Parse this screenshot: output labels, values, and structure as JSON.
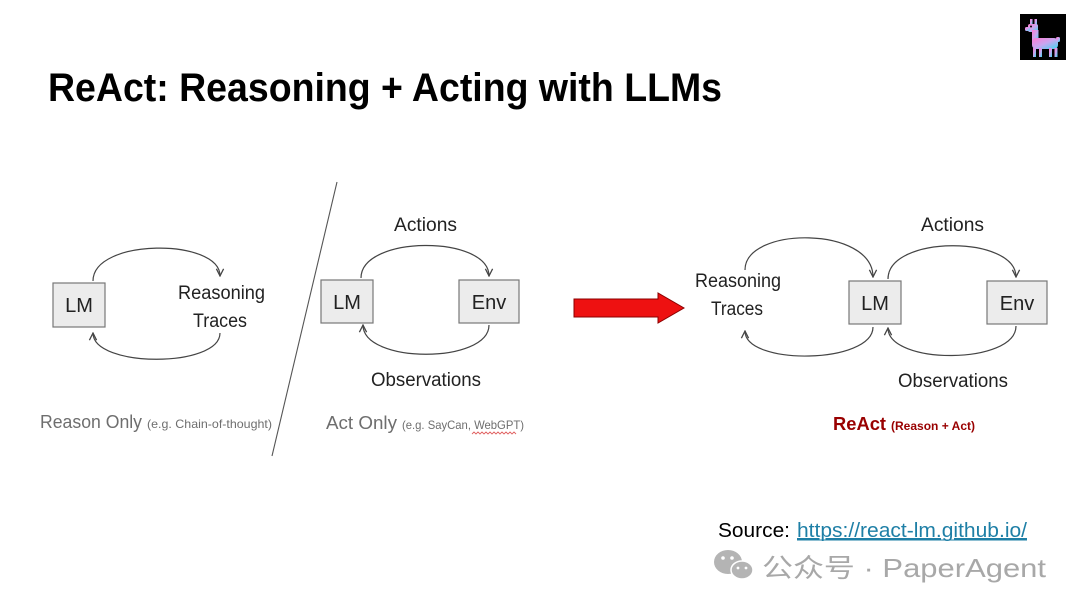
{
  "slide": {
    "title": "ReAct: Reasoning + Acting with LLMs"
  },
  "logo": {
    "icon": "llama-icon"
  },
  "diagrams": {
    "reason_only": {
      "lm": "LM",
      "reasoning": "Reasoning",
      "traces": "Traces",
      "caption": "Reason Only",
      "caption_note": "(e.g. Chain-of-thought)"
    },
    "act_only": {
      "lm": "LM",
      "env": "Env",
      "actions": "Actions",
      "observations": "Observations",
      "caption": "Act Only",
      "caption_note": "(e.g. SayCan, WebGPT)"
    },
    "react": {
      "lm": "LM",
      "env": "Env",
      "actions": "Actions",
      "observations": "Observations",
      "reasoning": "Reasoning",
      "traces": "Traces",
      "caption": "ReAct",
      "caption_note": "(Reason + Act)"
    }
  },
  "source": {
    "label": "Source:",
    "link": "https://react-lm.github.io/"
  },
  "watermark": {
    "icon": "wechat-icon",
    "text": "公众号 · PaperAgent"
  },
  "colors": {
    "arrow": "#ee1111",
    "react_caption": "#990000",
    "link": "#1e7fa6",
    "box_fill": "#ececec"
  }
}
